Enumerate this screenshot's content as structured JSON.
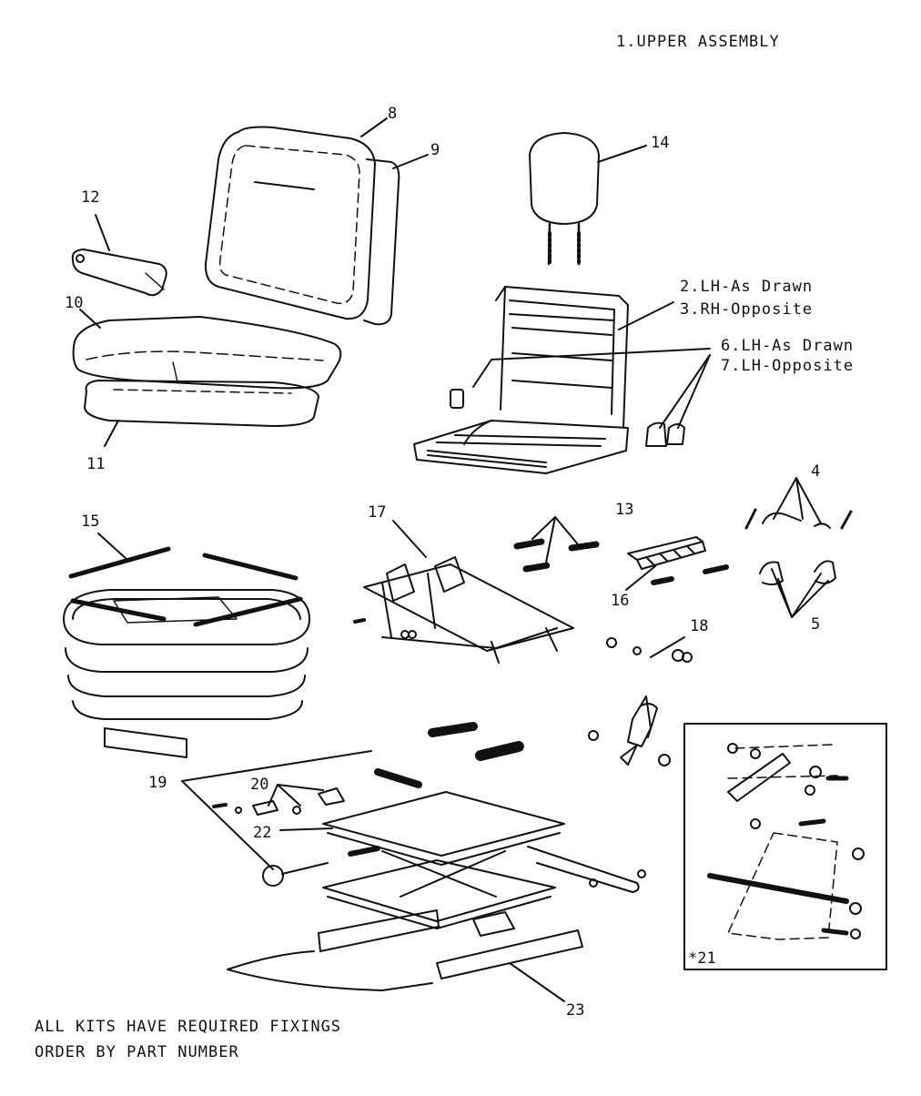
{
  "title": "1.UPPER ASSEMBLY",
  "callouts": {
    "c2": "2.LH-As Drawn",
    "c3": "3.RH-Opposite",
    "c6": "6.LH-As Drawn",
    "c7": "7.LH-Opposite",
    "c4": "4",
    "c5": "5",
    "c8": "8",
    "c9": "9",
    "c10": "10",
    "c11": "11",
    "c12": "12",
    "c13": "13",
    "c14": "14",
    "c15": "15",
    "c16": "16",
    "c17": "17",
    "c18": "18",
    "c19": "19",
    "c20": "20",
    "c21": "*21",
    "c22": "22",
    "c23": "23"
  },
  "footer": {
    "line1": "ALL KITS HAVE REQUIRED FIXINGS",
    "line2": "ORDER BY PART NUMBER"
  }
}
